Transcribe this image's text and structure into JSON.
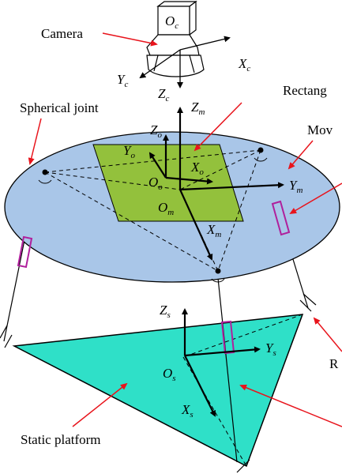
{
  "labels": {
    "camera": "Camera",
    "rectangle": "Rectang",
    "spherical_joint": "Spherical joint",
    "moving": "Mov",
    "right_r": "R",
    "static_platform": "Static platform"
  },
  "axes": {
    "camera_origin": {
      "main": "O",
      "sub": "c"
    },
    "camera_x": {
      "main": "X",
      "sub": "c"
    },
    "camera_y": {
      "main": "Y",
      "sub": "c"
    },
    "camera_z": {
      "main": "Z",
      "sub": "c"
    },
    "moving_z": {
      "main": "Z",
      "sub": "m"
    },
    "moving_y": {
      "main": "Y",
      "sub": "m"
    },
    "moving_x": {
      "main": "X",
      "sub": "m"
    },
    "moving_origin": {
      "main": "O",
      "sub": "m"
    },
    "object_z": {
      "main": "Z",
      "sub": "o"
    },
    "object_y": {
      "main": "Y",
      "sub": "o"
    },
    "object_x": {
      "main": "X",
      "sub": "o"
    },
    "object_origin": {
      "main": "O",
      "sub": "o"
    },
    "static_z": {
      "main": "Z",
      "sub": "s"
    },
    "static_y": {
      "main": "Y",
      "sub": "s"
    },
    "static_x": {
      "main": "X",
      "sub": "s"
    },
    "static_origin": {
      "main": "O",
      "sub": "s"
    }
  },
  "colors": {
    "moving_platform": "#a9c6e8",
    "target_rectangle": "#93c13c",
    "static_platform": "#2fe0c8",
    "pointer_arrow": "#e8141c",
    "actuator": "#b0209c"
  }
}
